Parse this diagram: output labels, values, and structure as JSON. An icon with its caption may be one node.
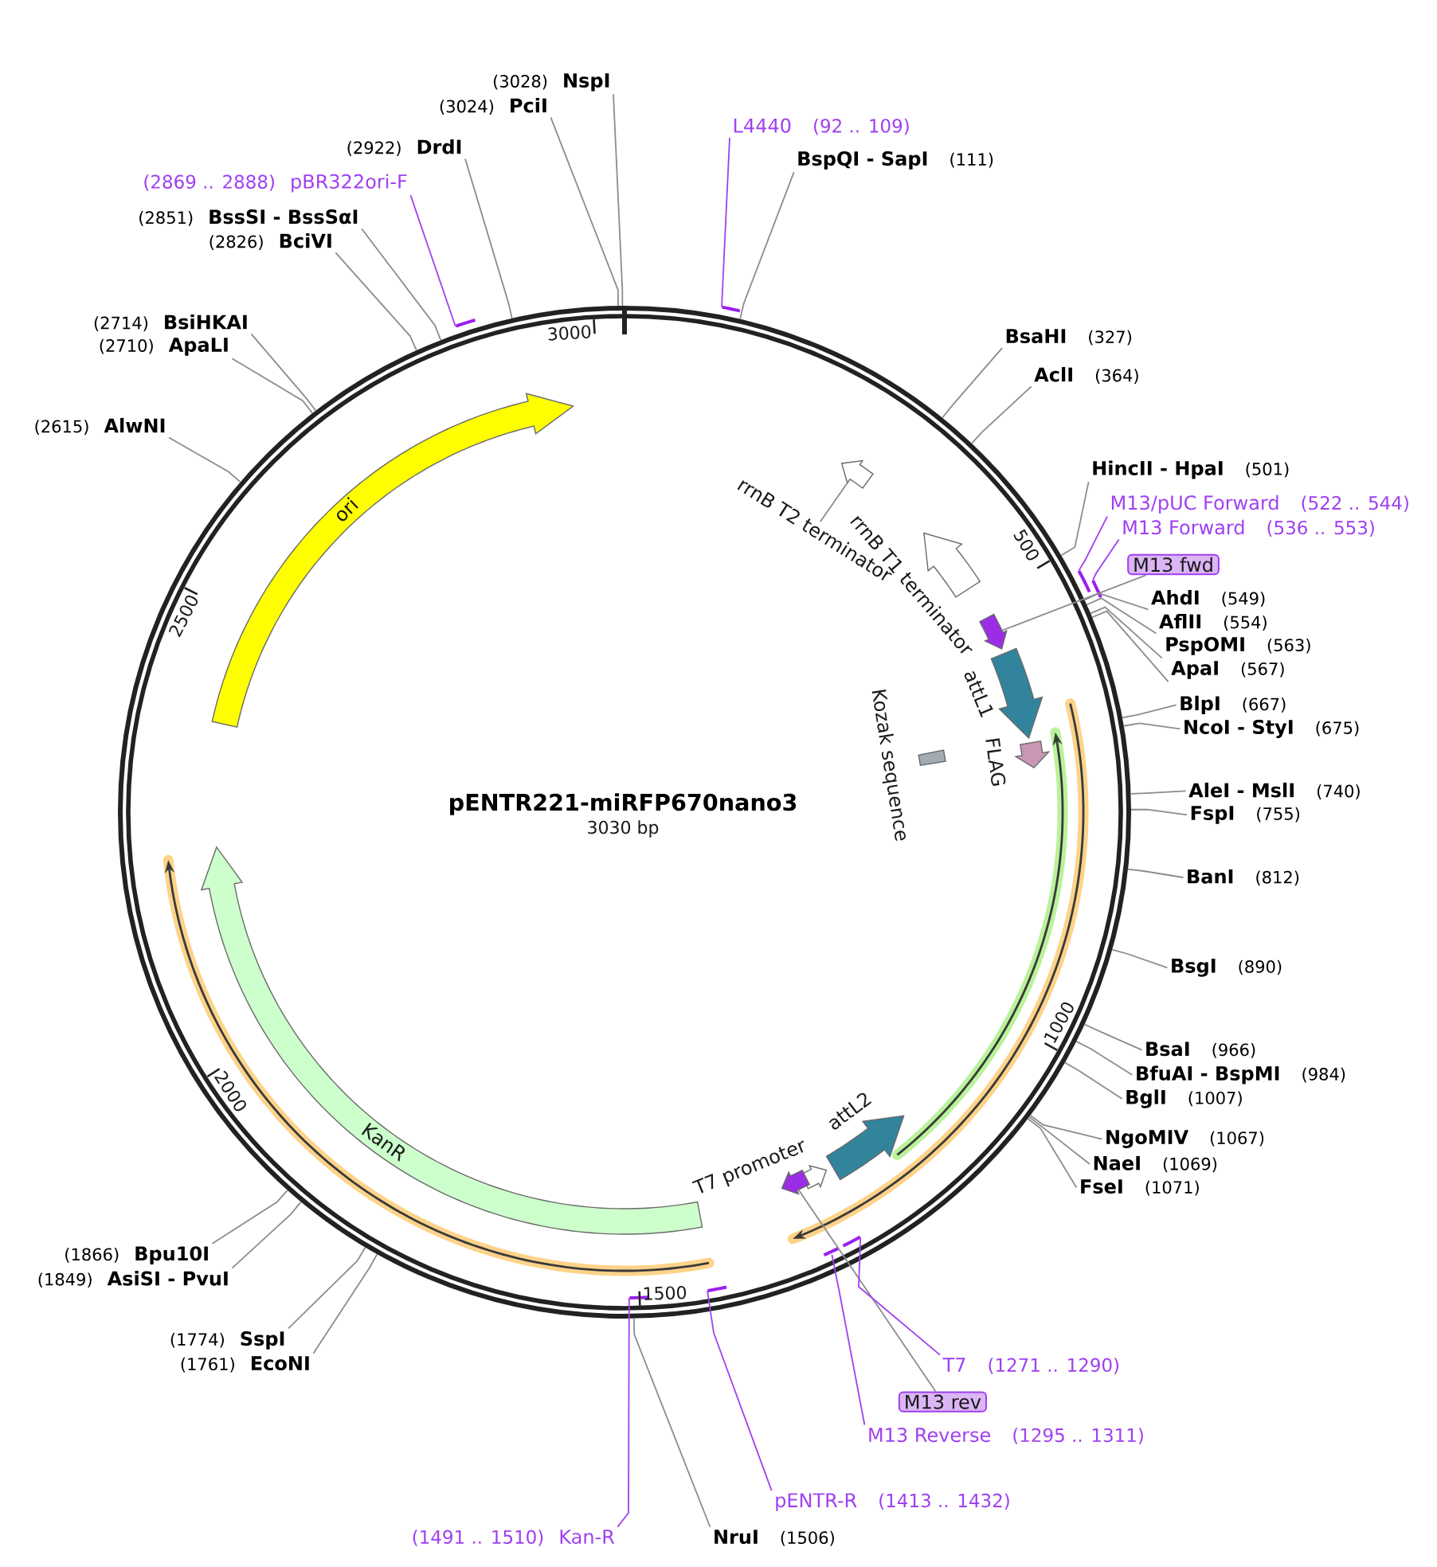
{
  "diagram": {
    "title": "pENTR221-miRFP670nano3",
    "nodes": [
      {
        "text": [],
        "shape": "circle"
      },
      {
        "text": [
          "rrnB T2 terminator"
        ],
        "in": 0
      },
      {
        "text": [],
        "shape": "arrow",
        "in": 0
      },
      {
        "text": [],
        "shape": "arrow",
        "beside": [
          "rrnB T1 terminator"
        ],
        "in": 0
      },
      {
        "text": [],
        "shape": "arrow",
        "in": 0
      },
      {
        "text": [],
        "shape": "arrow",
        "beside": [
          "attL1"
        ],
        "in": 0
      },
      {
        "text": [],
        "shape": "box",
        "beside": [
          "Kozak sequence"
        ],
        "in": 0
      },
      {
        "text": [],
        "shape": "arrow",
        "beside": [
          "FLAG"
        ],
        "in": 0
      },
      {
        "text": [],
        "shape": "arrow",
        "beside": [
          "attL2"
        ],
        "in": 0
      },
      {
        "text": [],
        "shape": "arrow",
        "beside": [
          "T7 promoter"
        ],
        "in": 0
      },
      {
        "text": [],
        "shape": "arrow",
        "in": 0
      },
      {
        "text": [
          "KanR"
        ],
        "in": 0
      },
      {
        "text": [
          "ori"
        ],
        "in": 0
      },
      {
        "text": [
          "L4440",
          "(92 .. 109)"
        ]
      },
      {
        "text": [],
        "shape": "bar"
      },
      {
        "text": [
          "BspQI - SapI",
          "(111)"
        ]
      },
      {
        "text": [
          "BsaHI",
          "(327)"
        ]
      },
      {
        "text": [
          "AclI",
          "(364)"
        ]
      },
      {
        "text": [
          "HincII - HpaI",
          "(501)"
        ]
      },
      {
        "text": [
          "M13/pUC Forward",
          "(522 .. 544)"
        ]
      },
      {
        "text": [],
        "shape": "bar"
      },
      {
        "text": [
          "M13 Forward",
          "(536 .. 553)"
        ]
      },
      {
        "text": [],
        "shape": "bar"
      },
      {
        "text": [
          "M13 fwd"
        ]
      },
      {
        "text": [
          "AhdI",
          "(549)"
        ]
      },
      {
        "text": [
          "AflII",
          "(554)"
        ]
      },
      {
        "text": [
          "PspOMI",
          "(563)"
        ]
      },
      {
        "text": [
          "ApaI",
          "(567)"
        ]
      },
      {
        "text": [
          "BlpI",
          "(667)"
        ]
      },
      {
        "text": [
          "NcoI - StyI",
          "(675)"
        ]
      },
      {
        "text": [
          "AleI - MslI",
          "(740)"
        ]
      },
      {
        "text": [
          "FspI",
          "(755)"
        ]
      },
      {
        "text": [
          "BanI",
          "(812)"
        ]
      },
      {
        "text": [
          "BsgI",
          "(890)"
        ]
      },
      {
        "text": [
          "BsaI",
          "(966)"
        ]
      },
      {
        "text": [
          "BfuAI - BspMI",
          "(984)"
        ]
      },
      {
        "text": [
          "BglI",
          "(1007)"
        ]
      },
      {
        "text": [
          "NgoMIV",
          "(1067)"
        ]
      },
      {
        "text": [
          "NaeI",
          "(1069)"
        ]
      },
      {
        "text": [
          "FseI",
          "(1071)"
        ]
      },
      {
        "text": [
          "T7",
          "(1271 .. 1290)"
        ]
      },
      {
        "text": [],
        "shape": "bar",
        "in": 0
      },
      {
        "text": [
          "M13 rev"
        ]
      },
      {
        "text": [
          "M13 Reverse",
          "(1295 .. 1311)"
        ]
      },
      {
        "text": [],
        "shape": "bar",
        "in": 0
      },
      {
        "text": [
          "pENTR-R",
          "(1413 .. 1432)"
        ]
      },
      {
        "text": [],
        "shape": "bar",
        "in": 0
      },
      {
        "text": [
          "NruI",
          "(1506)"
        ]
      },
      {
        "text": [
          "(1491 .. 1510)",
          "Kan-R"
        ]
      },
      {
        "text": [],
        "shape": "bar",
        "in": 0
      },
      {
        "text": [
          "(1761)",
          "EcoNI"
        ]
      },
      {
        "text": [
          "(1774)",
          "SspI"
        ]
      },
      {
        "text": [
          "(1849)",
          "AsiSI - PvuI"
        ]
      },
      {
        "text": [
          "(1866)",
          "Bpu10I"
        ]
      },
      {
        "text": [
          "(2615)",
          "AlwNI"
        ]
      },
      {
        "text": [
          "(2710)",
          "ApaLI"
        ]
      },
      {
        "text": [
          "(2714)",
          "BsiHKAI"
        ]
      },
      {
        "text": [
          "(2826)",
          "BciVI"
        ]
      },
      {
        "text": [
          "(2851)",
          "BssSI - BssSαI"
        ]
      },
      {
        "text": [
          "(2869 .. 2888)",
          "pBR322ori-F"
        ]
      },
      {
        "text": [],
        "shape": "bar"
      },
      {
        "text": [
          "(2922)",
          "DrdI"
        ]
      },
      {
        "text": [
          "(3024)",
          "PciI"
        ]
      },
      {
        "text": [
          "(3028)",
          "NspI"
        ]
      }
    ],
    "edges": [
      {
        "from": 1,
        "to": 2,
        "arrow": "none"
      },
      {
        "from": 23,
        "to": 4,
        "arrow": "none"
      },
      {
        "from": 42,
        "to": 10,
        "arrow": "none"
      },
      {
        "from": 13,
        "to": 14,
        "arrow": "none",
        "color": "#a040f0"
      },
      {
        "from": 19,
        "to": 20,
        "arrow": "none",
        "color": "#a040f0"
      },
      {
        "from": 21,
        "to": 22,
        "arrow": "none",
        "color": "#a040f0"
      },
      {
        "from": 40,
        "to": 41,
        "arrow": "none",
        "color": "#a040f0"
      },
      {
        "from": 43,
        "to": 44,
        "arrow": "none",
        "color": "#a040f0"
      },
      {
        "from": 45,
        "to": 46,
        "arrow": "none",
        "color": "#a040f0"
      },
      {
        "from": 48,
        "to": 49,
        "arrow": "none",
        "color": "#a040f0"
      },
      {
        "from": 59,
        "to": 60,
        "arrow": "none",
        "color": "#a040f0"
      },
      {
        "from": 15,
        "to": 0,
        "arrow": "none"
      },
      {
        "from": 16,
        "to": 0,
        "arrow": "none"
      },
      {
        "from": 17,
        "to": 0,
        "arrow": "none"
      },
      {
        "from": 18,
        "to": 0,
        "arrow": "none"
      },
      {
        "from": 24,
        "to": 0,
        "arrow": "none"
      },
      {
        "from": 25,
        "to": 0,
        "arrow": "none"
      },
      {
        "from": 26,
        "to": 0,
        "arrow": "none"
      },
      {
        "from": 27,
        "to": 0,
        "arrow": "none"
      },
      {
        "from": 28,
        "to": 0,
        "arrow": "none"
      },
      {
        "from": 29,
        "to": 0,
        "arrow": "none"
      },
      {
        "from": 30,
        "to": 0,
        "arrow": "none"
      },
      {
        "from": 31,
        "to": 0,
        "arrow": "none"
      },
      {
        "from": 32,
        "to": 0,
        "arrow": "none"
      },
      {
        "from": 33,
        "to": 0,
        "arrow": "none"
      },
      {
        "from": 34,
        "to": 0,
        "arrow": "none"
      },
      {
        "from": 35,
        "to": 0,
        "arrow": "none"
      },
      {
        "from": 36,
        "to": 0,
        "arrow": "none"
      },
      {
        "from": 37,
        "to": 0,
        "arrow": "none"
      },
      {
        "from": 38,
        "to": 0,
        "arrow": "none"
      },
      {
        "from": 39,
        "to": 0,
        "arrow": "none"
      },
      {
        "from": 47,
        "to": 0,
        "arrow": "none"
      },
      {
        "from": 50,
        "to": 0,
        "arrow": "none"
      },
      {
        "from": 51,
        "to": 0,
        "arrow": "none"
      },
      {
        "from": 52,
        "to": 0,
        "arrow": "none"
      },
      {
        "from": 53,
        "to": 0,
        "arrow": "none"
      },
      {
        "from": 54,
        "to": 0,
        "arrow": "none"
      },
      {
        "from": 55,
        "to": 0,
        "arrow": "none"
      },
      {
        "from": 56,
        "to": 0,
        "arrow": "none"
      },
      {
        "from": 57,
        "to": 0,
        "arrow": "none"
      },
      {
        "from": 58,
        "to": 0,
        "arrow": "none"
      },
      {
        "from": 61,
        "to": 0,
        "arrow": "none"
      },
      {
        "from": 62,
        "to": 0,
        "arrow": "none"
      },
      {
        "from": 63,
        "to": 0,
        "arrow": "none"
      }
    ],
    "labels": [
      "3030 bp",
      "500",
      "1000",
      "1500",
      "2000",
      "2500",
      "3000"
    ]
  }
}
